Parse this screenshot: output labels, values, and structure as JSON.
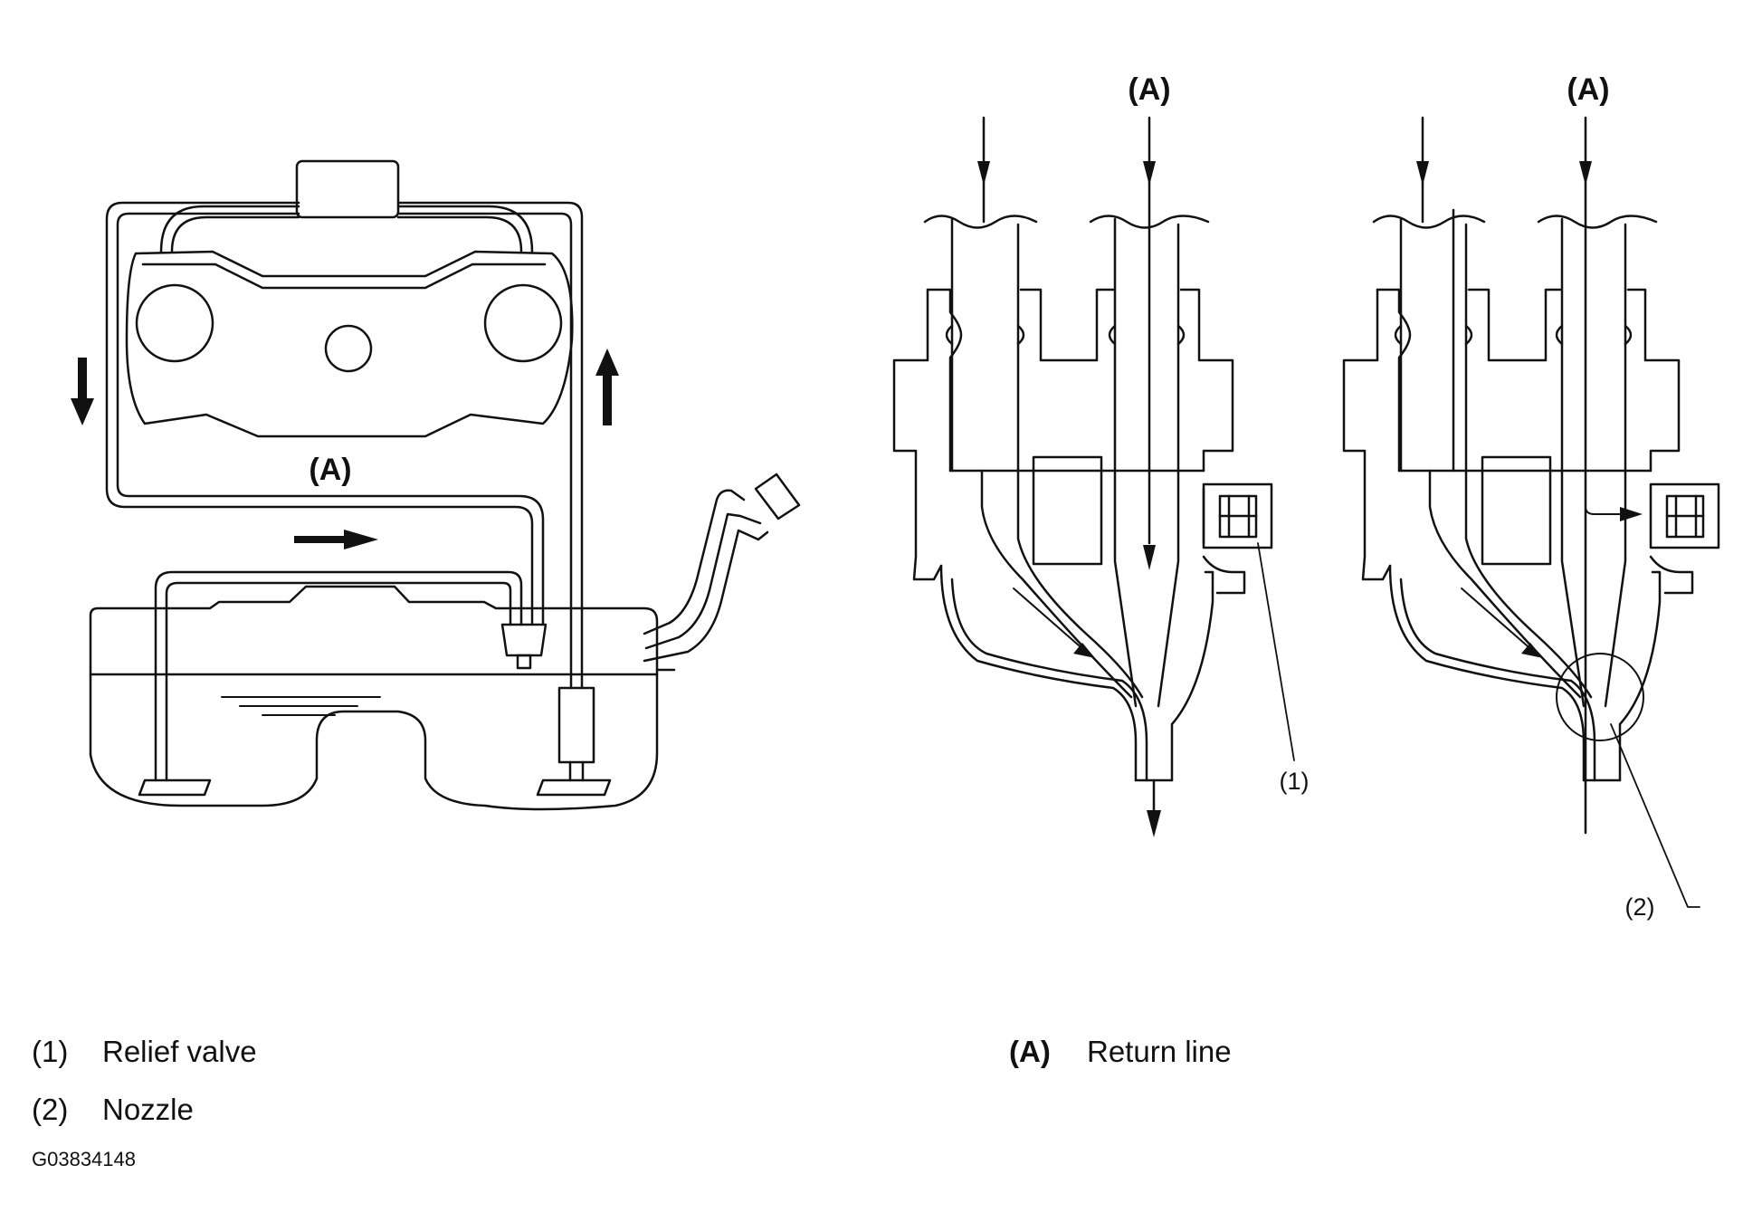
{
  "callouts": {
    "return_line_left": "(A)",
    "return_line_mid": "(A)",
    "return_line_right": "(A)",
    "relief_valve_ref": "(1)",
    "nozzle_ref": "(2)"
  },
  "legend": {
    "items": [
      {
        "key": "(1)",
        "label": "Relief valve"
      },
      {
        "key": "(2)",
        "label": "Nozzle"
      }
    ],
    "a_key": "(A)",
    "a_label": "Return line"
  },
  "figure_code": "G03834148"
}
